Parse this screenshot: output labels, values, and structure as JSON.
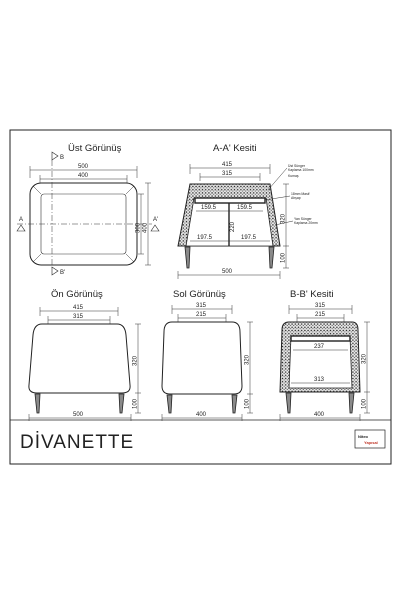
{
  "document": {
    "title": "DİVANETTE",
    "logo_lines": [
      "Niteo",
      "Yapısal"
    ]
  },
  "views": {
    "top": {
      "title": "Üst Görünüş",
      "width_outer": "500",
      "width_inner": "400",
      "depth_inner": "300",
      "depth_outer": "400",
      "section_a_left": "A",
      "section_a_right": "A'",
      "section_b_top": "B",
      "section_b_bottom": "B'"
    },
    "section_aa": {
      "title": "A-A' Kesiti",
      "top_outer": "415",
      "top_inner": "315",
      "upper_left": "159.5",
      "upper_right": "159.5",
      "middle": "220",
      "lower_left": "197.5",
      "lower_right": "197.5",
      "height": "320",
      "leg_height": "100",
      "base_width": "500",
      "notes": [
        "Üst Sünger",
        "Kaplama 100mm",
        "Kumaş",
        "18mm Masif",
        "Ahşap",
        "Yan Sünger",
        "Kaplama 20mm"
      ]
    },
    "front": {
      "title": "Ön Görünüş",
      "top_outer": "415",
      "top_inner": "315",
      "height": "320",
      "leg_height": "100",
      "base_width": "500"
    },
    "left": {
      "title": "Sol Görünüş",
      "top_outer": "315",
      "top_inner": "215",
      "height": "320",
      "leg_height": "100",
      "base_width": "400"
    },
    "section_bb": {
      "title": "B-B' Kesiti",
      "top_outer": "315",
      "top_inner": "215",
      "upper": "237",
      "lower": "313",
      "height": "320",
      "leg_height": "100",
      "base_width": "400"
    }
  }
}
